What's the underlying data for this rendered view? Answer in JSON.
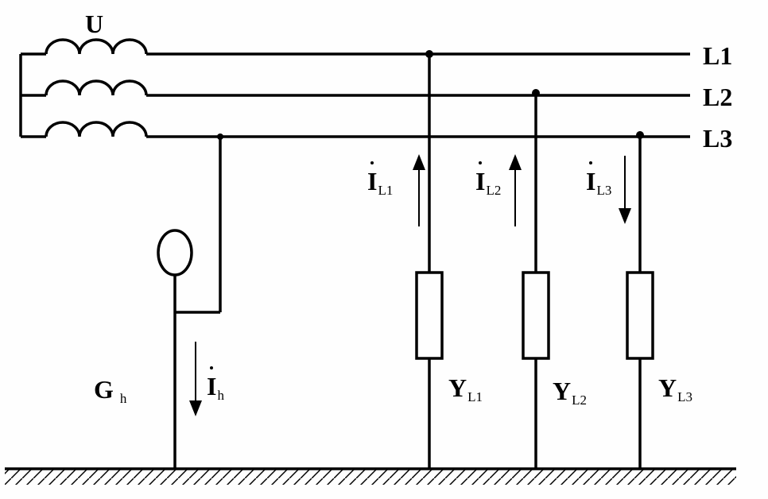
{
  "source": {
    "label": "U"
  },
  "lines": [
    {
      "label": "L1"
    },
    {
      "label": "L2"
    },
    {
      "label": "L3"
    }
  ],
  "ground_detector": {
    "label": "G",
    "sub": "h"
  },
  "ground_current": {
    "label": "I",
    "sub": "h"
  },
  "phase_currents": [
    {
      "label": "I",
      "sub": "L1"
    },
    {
      "label": "I",
      "sub": "L2"
    },
    {
      "label": "I",
      "sub": "L3"
    }
  ],
  "admittances": [
    {
      "label": "Y",
      "sub": "L1"
    },
    {
      "label": "Y",
      "sub": "L2"
    },
    {
      "label": "Y",
      "sub": "L3"
    }
  ]
}
